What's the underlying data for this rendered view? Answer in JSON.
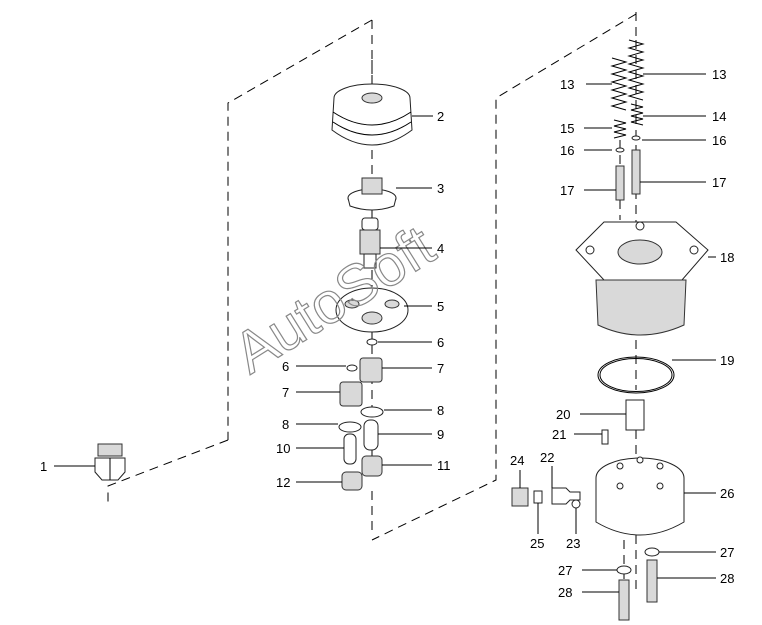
{
  "watermark": "AutoSoft",
  "callouts": [
    "1",
    "2",
    "3",
    "4",
    "5",
    "6",
    "6",
    "7",
    "7",
    "8",
    "8",
    "9",
    "10",
    "11",
    "12",
    "13",
    "13",
    "14",
    "15",
    "16",
    "16",
    "17",
    "17",
    "18",
    "19",
    "20",
    "21",
    "22",
    "23",
    "24",
    "25",
    "26",
    "27",
    "27",
    "28",
    "28"
  ]
}
